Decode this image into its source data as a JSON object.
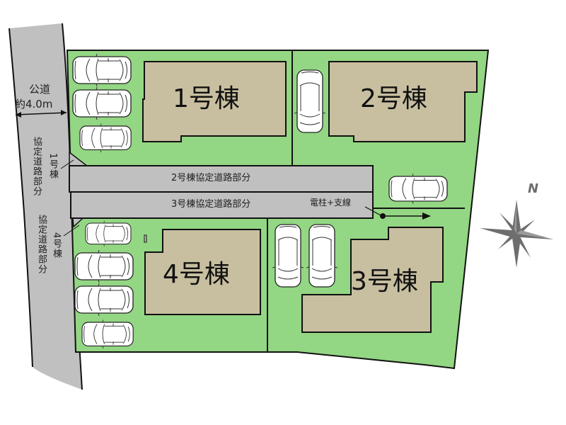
{
  "colors": {
    "lot": "#93d683",
    "building": "#c8bfa0",
    "road": "#c0c0c0",
    "outline": "#111111",
    "compass": "#6e6e6e",
    "background": "#ffffff"
  },
  "public_road": {
    "name": "公道",
    "width": "約4.0m"
  },
  "buildings": [
    {
      "id": 1,
      "label": "1号棟",
      "parking_spaces": 3
    },
    {
      "id": 2,
      "label": "2号棟",
      "parking_spaces": 2
    },
    {
      "id": 3,
      "label": "3号棟",
      "parking_spaces": 2
    },
    {
      "id": 4,
      "label": "4号棟",
      "parking_spaces": 4
    }
  ],
  "agreement_roads": {
    "bldg1_side": {
      "main": "協定道路部分",
      "owner": "1号棟"
    },
    "bldg4_side": {
      "main": "協定道路部分",
      "owner": "4号棟"
    },
    "bldg2_strip": "2号棟協定道路部分",
    "bldg3_strip": "3号棟協定道路部分"
  },
  "utility_pole": {
    "label": "電柱+支線"
  },
  "compass": {
    "label": "N"
  }
}
